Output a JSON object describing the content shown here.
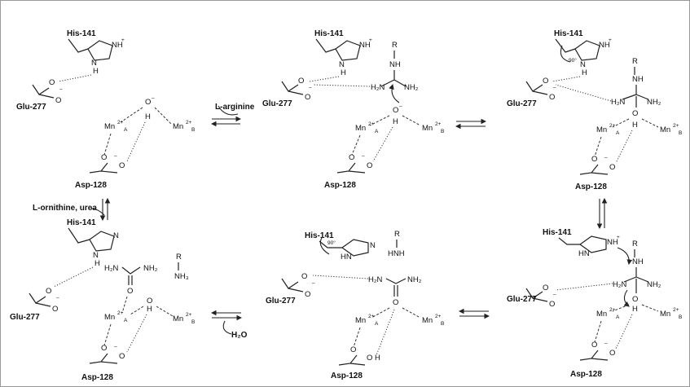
{
  "residues": {
    "his": "His-141",
    "glu": "Glu-277",
    "asp": "Asp-128"
  },
  "metals": {
    "mn_a_base": "Mn",
    "mn_a_sup": "2+",
    "mn_a_sub": "A",
    "mn_b_base": "Mn",
    "mn_b_sup": "2+",
    "mn_b_sub": "B"
  },
  "atoms": {
    "nh_plus": "NH",
    "plus": "+",
    "n": "N",
    "h": "H",
    "o": "O",
    "nh": "NH",
    "hn": "HN",
    "hnh": "HNH",
    "r": "R",
    "h2n": "H₂N",
    "nh2": "NH₂",
    "nh3": "NH₃",
    "minus": "–",
    "angle": "90°"
  },
  "reagents": {
    "substrate": "L-arginine",
    "products": "L-ornithine, urea",
    "water": "H₂O"
  }
}
